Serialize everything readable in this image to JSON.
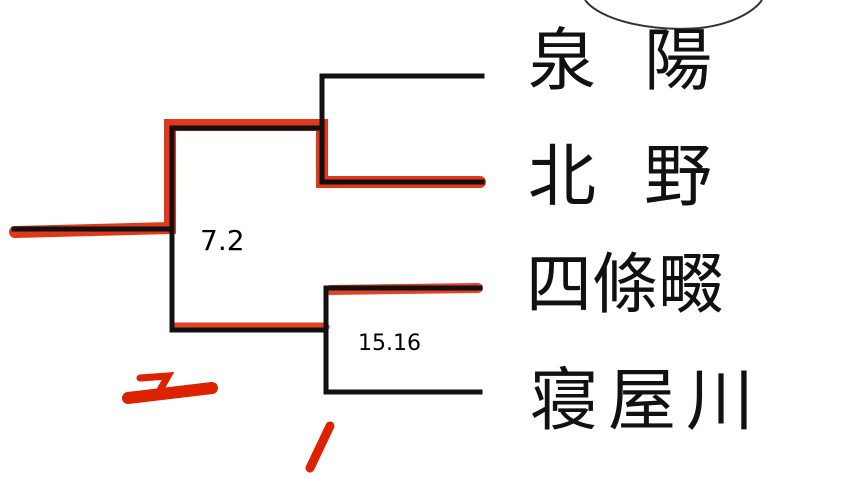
{
  "teams": [
    "泉陽",
    "北野",
    "四條畷",
    "寝屋川"
  ],
  "scores": {
    "final": "7.2",
    "semifinal_bottom": "15.16"
  },
  "colors": {
    "line": "#111111",
    "winner": "#dd2200",
    "paper": "#ffffff"
  }
}
